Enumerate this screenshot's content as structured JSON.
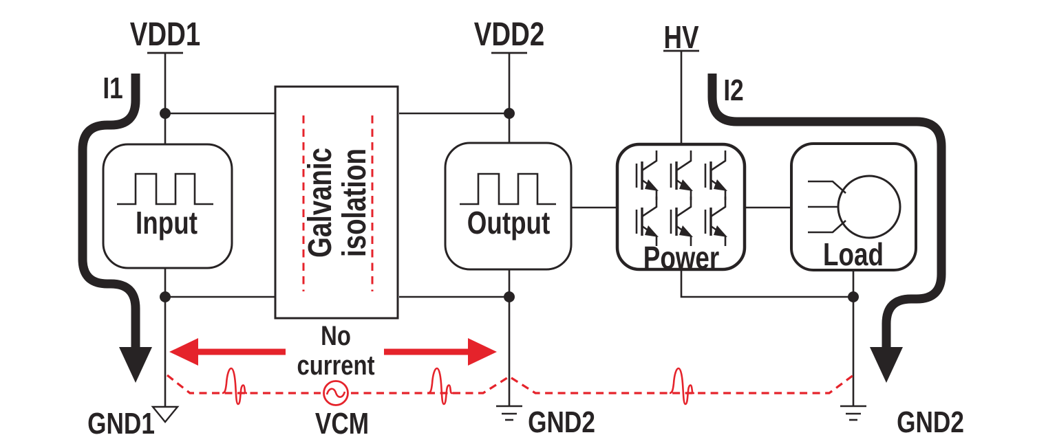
{
  "colors": {
    "ink": "#272324",
    "red": "#e5232b"
  },
  "rails": {
    "vdd1": "VDD1",
    "vdd2": "VDD2",
    "hv": "HV"
  },
  "currents": {
    "i1": "I1",
    "i2": "I2"
  },
  "grounds": {
    "gnd1": "GND1",
    "gnd2_mid": "GND2",
    "gnd2_right": "GND2"
  },
  "blocks": {
    "input": {
      "label": "Input"
    },
    "galvanic": {
      "line1": "Galvanic",
      "line2": "isolation"
    },
    "output": {
      "label": "Output"
    },
    "power": {
      "label": "Power"
    },
    "load": {
      "label": "Load"
    }
  },
  "annotations": {
    "no_current": {
      "line1": "No",
      "line2": "current"
    },
    "vcm": "VCM"
  },
  "icons": {
    "input_block": "square-wave-icon",
    "output_block": "square-wave-icon",
    "power_block": "igbt-bridge-icon",
    "load_block": "motor-icon",
    "vcm_source": "ac-source-icon",
    "gnd1_symbol": "signal-ground-icon",
    "gnd2_symbols": "earth-ground-icon",
    "dashed_path_glyphs": "transient-spike-icon"
  }
}
